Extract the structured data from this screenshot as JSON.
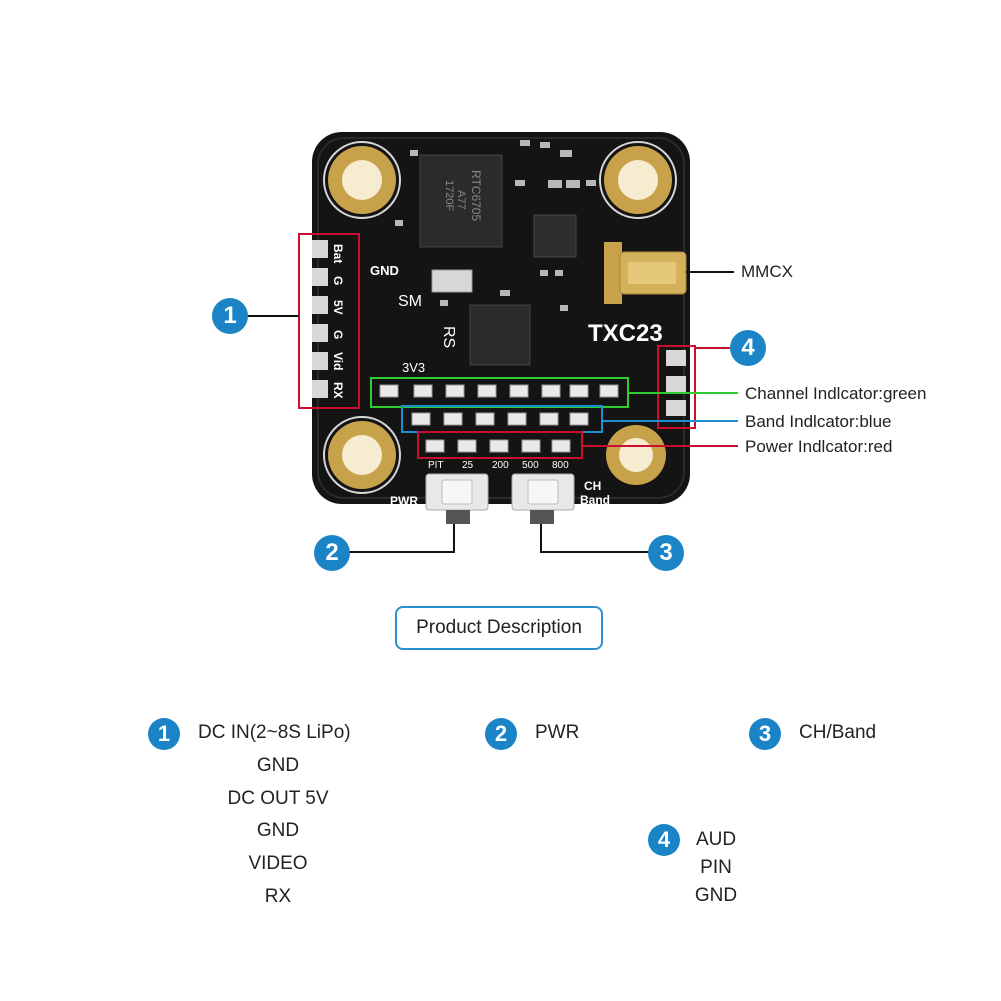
{
  "board": {
    "model": "TXC23",
    "chip_text": [
      "RTC6705",
      "A77",
      "1720F"
    ],
    "silk_gnd": "GND",
    "silk_sm": "SM",
    "silk_rs": "RS",
    "silk_3v3": "3V3",
    "side_pads": [
      "Bat",
      "G",
      "5V",
      "G",
      "Vid",
      "RX"
    ],
    "btn_pwr_silk": "PWR",
    "btn_ch_silk": [
      "CH",
      "Band"
    ],
    "power_levels_silk": [
      "PIT",
      "25",
      "200",
      "500",
      "800"
    ]
  },
  "callouts": {
    "c1": "1",
    "c2": "2",
    "c3": "3",
    "c4": "4",
    "mmcx": "MMCX",
    "channel": "Channel Indlcator:green",
    "band": "Band Indlcator:blue",
    "power": "Power Indlcator:red"
  },
  "colors": {
    "accent": "#1a84c7",
    "green": "#2ecc2e",
    "blue": "#1a90d0",
    "red": "#c8102e"
  },
  "product_button": "Product Description",
  "description": {
    "g1_num": "1",
    "g1": [
      "DC IN(2~8S LiPo)",
      "GND",
      "DC OUT 5V",
      "GND",
      "VIDEO",
      "RX"
    ],
    "g2_num": "2",
    "g2": "PWR",
    "g3_num": "3",
    "g3": "CH/Band",
    "g4_num": "4",
    "g4": [
      "AUD",
      "PIN",
      "GND"
    ]
  }
}
